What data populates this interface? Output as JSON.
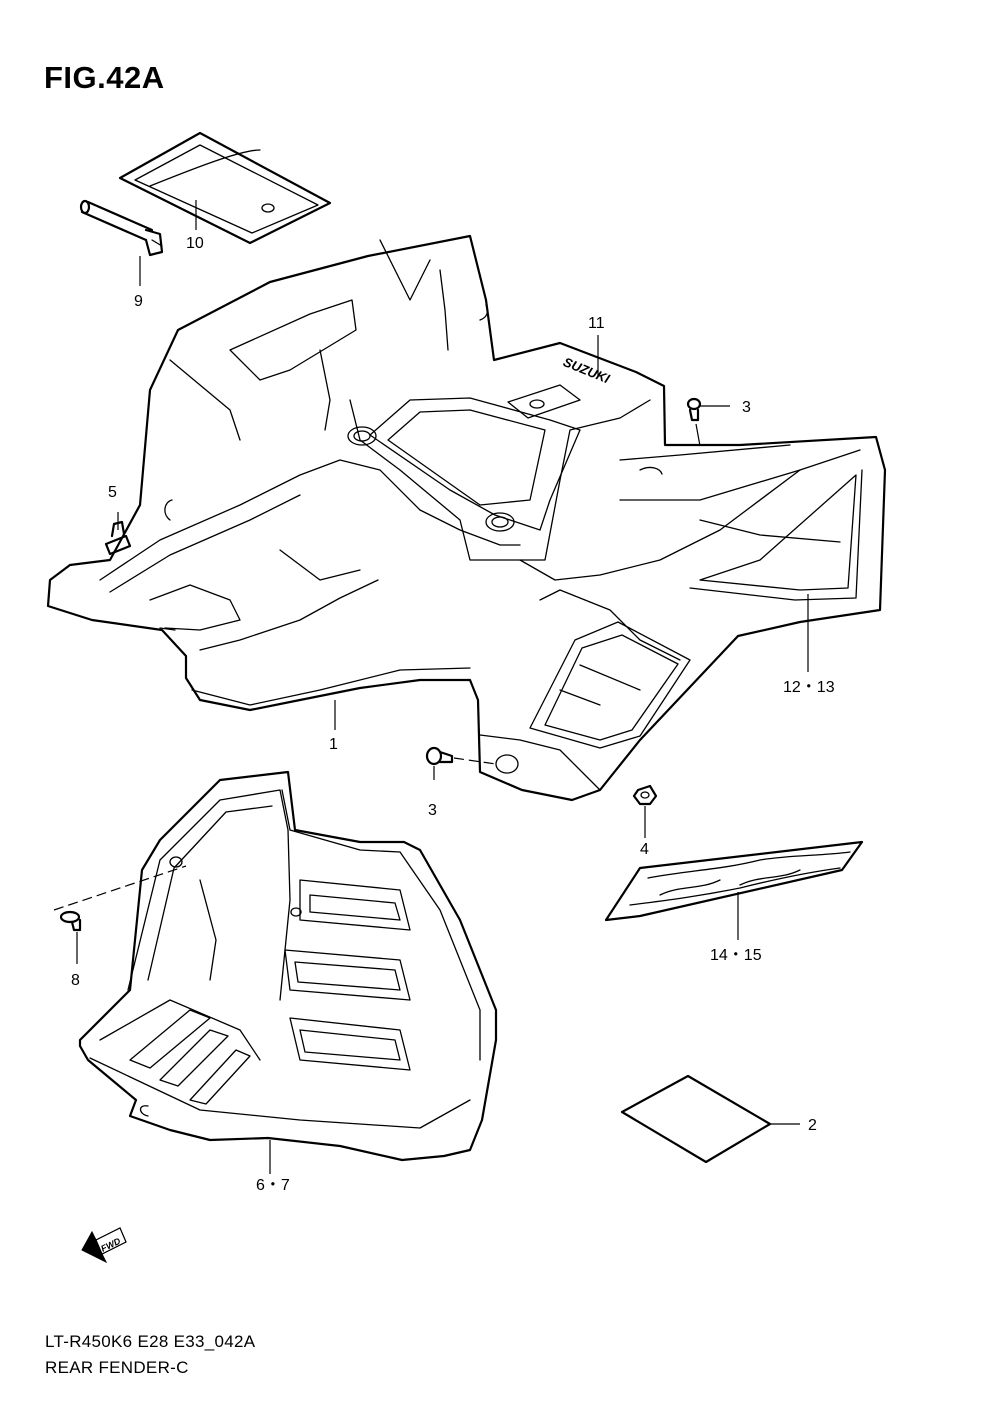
{
  "figure": {
    "title": "FIG.42A",
    "model_code": "LT-R450K6 E28 E33_042A",
    "section_name": "REAR FENDER-C"
  },
  "callouts": [
    {
      "id": "c1",
      "label": "1"
    },
    {
      "id": "c2",
      "label": "2"
    },
    {
      "id": "c3a",
      "label": "3"
    },
    {
      "id": "c3b",
      "label": "3"
    },
    {
      "id": "c4",
      "label": "4"
    },
    {
      "id": "c5",
      "label": "5"
    },
    {
      "id": "c67",
      "label": "6・7"
    },
    {
      "id": "c8",
      "label": "8"
    },
    {
      "id": "c9",
      "label": "9"
    },
    {
      "id": "c10",
      "label": "10"
    },
    {
      "id": "c11",
      "label": "11"
    },
    {
      "id": "c1213",
      "label": "12・13"
    },
    {
      "id": "c1415",
      "label": "14・15"
    }
  ],
  "logos": {
    "fender_brand": "SUZUKI",
    "direction_arrow": "FWD"
  }
}
